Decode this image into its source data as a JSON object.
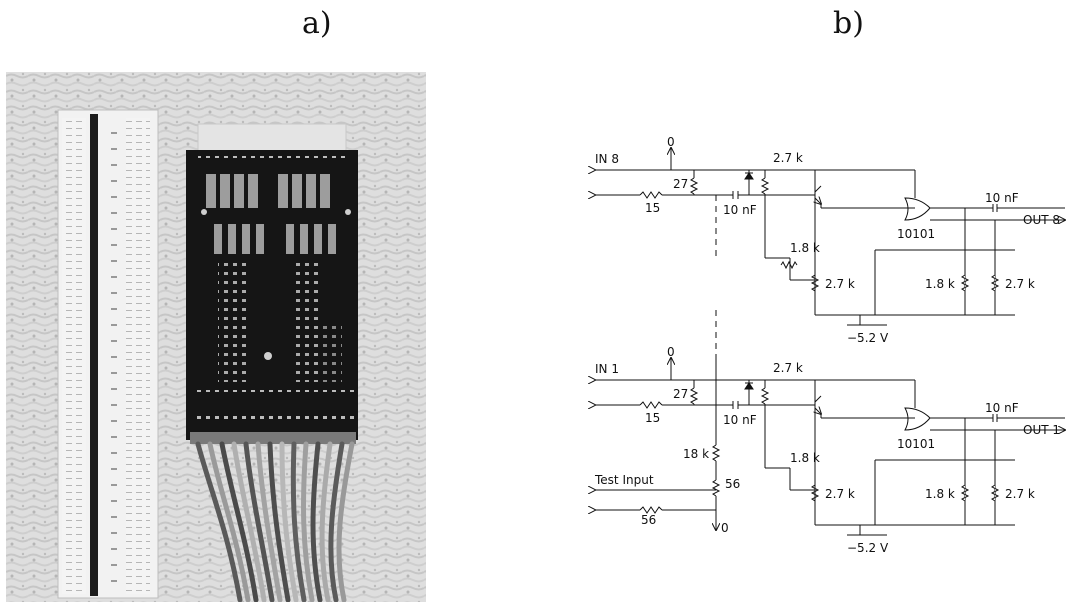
{
  "panels": {
    "a": "a)",
    "b": "b)"
  },
  "schematic": {
    "top": {
      "input_label": "IN 8",
      "ground": "0",
      "r_in": "15",
      "r_term": "27",
      "r_base": "2.7 k",
      "cap": "10 nF",
      "r_fb": "1.8 k",
      "r_em": "2.7 k",
      "gate": "10101",
      "cap_out": "10 nF",
      "output_label": "OUT 8",
      "r_pull1": "1.8 k",
      "r_pull2": "2.7 k",
      "supply": "−5.2 V"
    },
    "bottom": {
      "input_label": "IN 1",
      "ground_top": "0",
      "r_in": "15",
      "r_term": "27",
      "r_base": "2.7 k",
      "cap": "10 nF",
      "r_fb": "1.8 k",
      "r_em": "2.7 k",
      "gate": "10101",
      "cap_out": "10 nF",
      "output_label": "OUT 1",
      "r_pull1": "1.8 k",
      "r_pull2": "2.7 k",
      "supply": "−5.2 V",
      "r_test_div": "18 k",
      "r_test_shunt": "56",
      "test_label": "Test Input",
      "r_test_in": "56",
      "ground_bottom": "0"
    }
  }
}
